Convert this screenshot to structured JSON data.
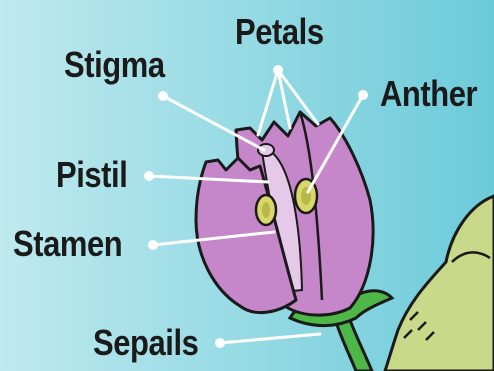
{
  "labels": {
    "petals": "Petals",
    "stigma": "Stigma",
    "anther": "Anther",
    "pistil": "Pistil",
    "stamen": "Stamen",
    "sepals": "Sepails"
  },
  "colors": {
    "background_light": "#c2eaf0",
    "background_dark": "#6ccbd9",
    "petal": "#c587c9",
    "petal_light": "#e6c8e8",
    "sepal": "#4db848",
    "anther": "#d8d86a",
    "leader_line": "#ffffff"
  }
}
